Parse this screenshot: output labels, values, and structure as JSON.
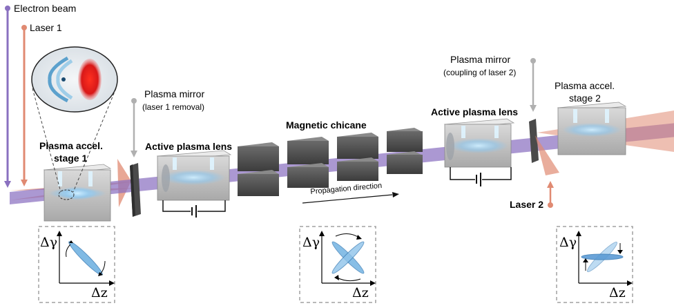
{
  "legend": {
    "electron_beam": "Electron beam",
    "laser_1": "Laser 1",
    "laser_2": "Laser 2"
  },
  "components": {
    "stage_1_line1": "Plasma accel.",
    "stage_1_line2": "stage 1",
    "mirror_1_title": "Plasma mirror",
    "mirror_1_note": "(laser 1 removal)",
    "lens_1": "Active plasma lens",
    "chicane": "Magnetic chicane",
    "propagation": "Propagation direction",
    "lens_2": "Active plasma lens",
    "mirror_2_title": "Plasma mirror",
    "mirror_2_note": "(coupling of laser 2)",
    "stage_2_line1": "Plasma accel.",
    "stage_2_line2": "stage 2"
  },
  "phase_space": {
    "y_axis": "Δγ",
    "x_axis": "Δz"
  },
  "colors": {
    "electron_beam": "#8a70c0",
    "laser": "#e08a72",
    "mirror_pole": "#b0b0b0",
    "magnet": "#4a4a4a",
    "bunch": "#5b9bd5",
    "plasma_glow": "#8ec8f0"
  }
}
